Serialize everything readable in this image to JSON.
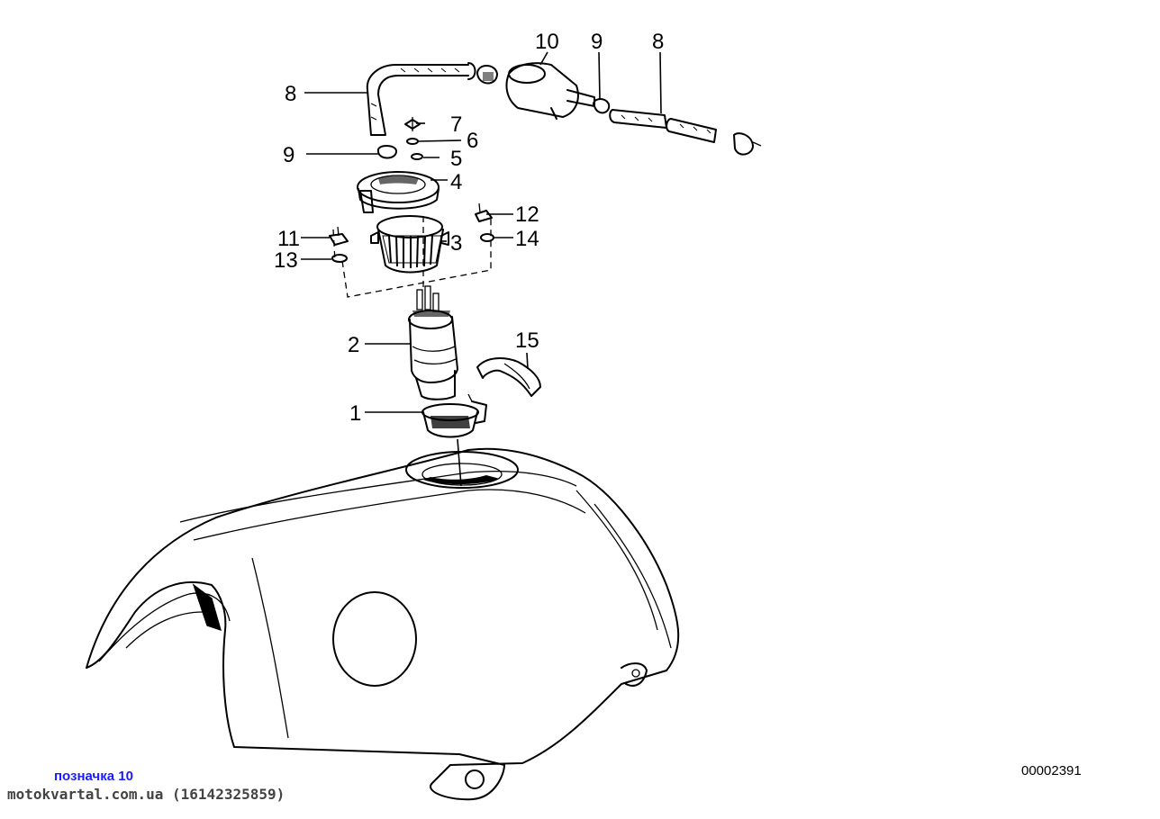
{
  "diagram": {
    "id_code": "00002391",
    "note": "позначка 10",
    "watermark": "motokvartal.com.ua (16142325859)"
  },
  "callouts": {
    "c10": "10",
    "c9a": "9",
    "c8a": "8",
    "c8b": "8",
    "c7": "7",
    "c6": "6",
    "c9b": "9",
    "c5": "5",
    "c4": "4",
    "c12": "12",
    "c11": "11",
    "c3": "3",
    "c14": "14",
    "c13": "13",
    "c2": "2",
    "c15": "15",
    "c1": "1"
  }
}
